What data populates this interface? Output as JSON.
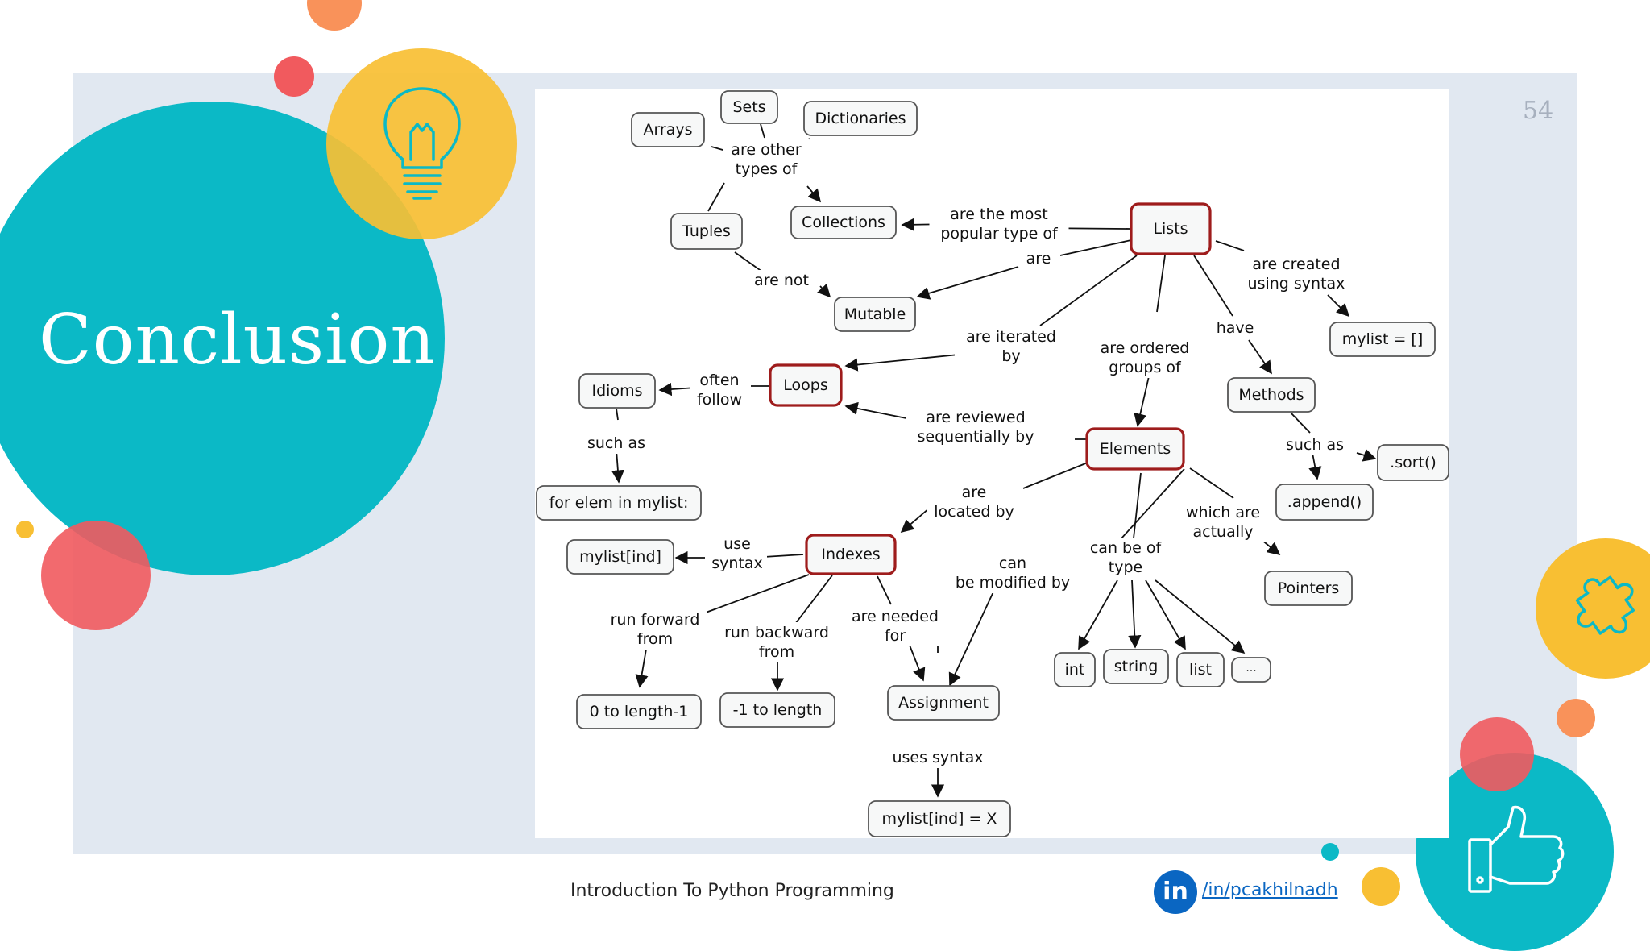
{
  "slide": {
    "title": "Conclusion",
    "page_number": "54",
    "footer": "Introduction To Python Programming",
    "linkedin_badge": "in",
    "linkedin_handle": "/in/pcakhilnadh"
  },
  "colors": {
    "teal": "#0bb9c6",
    "yellow": "#f8bf33",
    "coral": "#f15a5e",
    "orange": "#f9925a",
    "panel": "#e1e8f1",
    "node_border": "#555555",
    "highlight_border": "#9e1c1c"
  },
  "icons": [
    "lightbulb-icon",
    "puzzle-icon",
    "thumbs-up-icon",
    "linkedin-icon"
  ],
  "concept_map": {
    "nodes": [
      {
        "id": "sets",
        "label": "Sets"
      },
      {
        "id": "arrays",
        "label": "Arrays"
      },
      {
        "id": "dicts",
        "label": "Dictionaries"
      },
      {
        "id": "tuples",
        "label": "Tuples"
      },
      {
        "id": "collections",
        "label": "Collections"
      },
      {
        "id": "lists",
        "label": "Lists",
        "highlight": true
      },
      {
        "id": "mutable",
        "label": "Mutable"
      },
      {
        "id": "mylist_empty",
        "label": "mylist = []"
      },
      {
        "id": "loops",
        "label": "Loops",
        "highlight": true
      },
      {
        "id": "idioms",
        "label": "Idioms"
      },
      {
        "id": "methods",
        "label": "Methods"
      },
      {
        "id": "for_elem",
        "label": "for elem in mylist:"
      },
      {
        "id": "elements",
        "label": "Elements",
        "highlight": true
      },
      {
        "id": "sort",
        "label": ".sort()"
      },
      {
        "id": "append",
        "label": ".append()"
      },
      {
        "id": "indexes",
        "label": "Indexes",
        "highlight": true
      },
      {
        "id": "mylist_ind",
        "label": "mylist[ind]"
      },
      {
        "id": "pointers",
        "label": "Pointers"
      },
      {
        "id": "int",
        "label": "int"
      },
      {
        "id": "string",
        "label": "string"
      },
      {
        "id": "list",
        "label": "list"
      },
      {
        "id": "ellipsis",
        "label": "···"
      },
      {
        "id": "zero_len",
        "label": "0 to length-1"
      },
      {
        "id": "neg_len",
        "label": "-1 to length"
      },
      {
        "id": "assignment",
        "label": "Assignment"
      },
      {
        "id": "mylist_assign",
        "label": "mylist[ind] = X"
      }
    ],
    "link_labels": [
      {
        "id": "other_types",
        "lines": [
          "are other",
          "types of"
        ]
      },
      {
        "id": "most_popular",
        "lines": [
          "are the most",
          "popular type of"
        ]
      },
      {
        "id": "are",
        "lines": [
          "are"
        ]
      },
      {
        "id": "are_not",
        "lines": [
          "are not"
        ]
      },
      {
        "id": "created_syntax",
        "lines": [
          "are created",
          "using syntax"
        ]
      },
      {
        "id": "iterated_by",
        "lines": [
          "are iterated",
          "by"
        ]
      },
      {
        "id": "ordered_groups",
        "lines": [
          "are ordered",
          "groups of"
        ]
      },
      {
        "id": "have",
        "lines": [
          "have"
        ]
      },
      {
        "id": "often_follow",
        "lines": [
          "often",
          "follow"
        ]
      },
      {
        "id": "reviewed_seq",
        "lines": [
          "are reviewed",
          "sequentially by"
        ]
      },
      {
        "id": "such_as_1",
        "lines": [
          "such as"
        ]
      },
      {
        "id": "such_as_2",
        "lines": [
          "such as"
        ]
      },
      {
        "id": "located_by",
        "lines": [
          "are",
          "located by"
        ]
      },
      {
        "id": "which_are",
        "lines": [
          "which are",
          "actually"
        ]
      },
      {
        "id": "use_syntax",
        "lines": [
          "use",
          "syntax"
        ]
      },
      {
        "id": "modified_by",
        "lines": [
          "can",
          "be modified by"
        ]
      },
      {
        "id": "be_of_type",
        "lines": [
          "can be of",
          "type"
        ]
      },
      {
        "id": "run_forward",
        "lines": [
          "run forward",
          "from"
        ]
      },
      {
        "id": "run_backward",
        "lines": [
          "run backward",
          "from"
        ]
      },
      {
        "id": "needed_for",
        "lines": [
          "are needed",
          "for"
        ]
      },
      {
        "id": "uses_syntax",
        "lines": [
          "uses syntax"
        ]
      }
    ]
  }
}
